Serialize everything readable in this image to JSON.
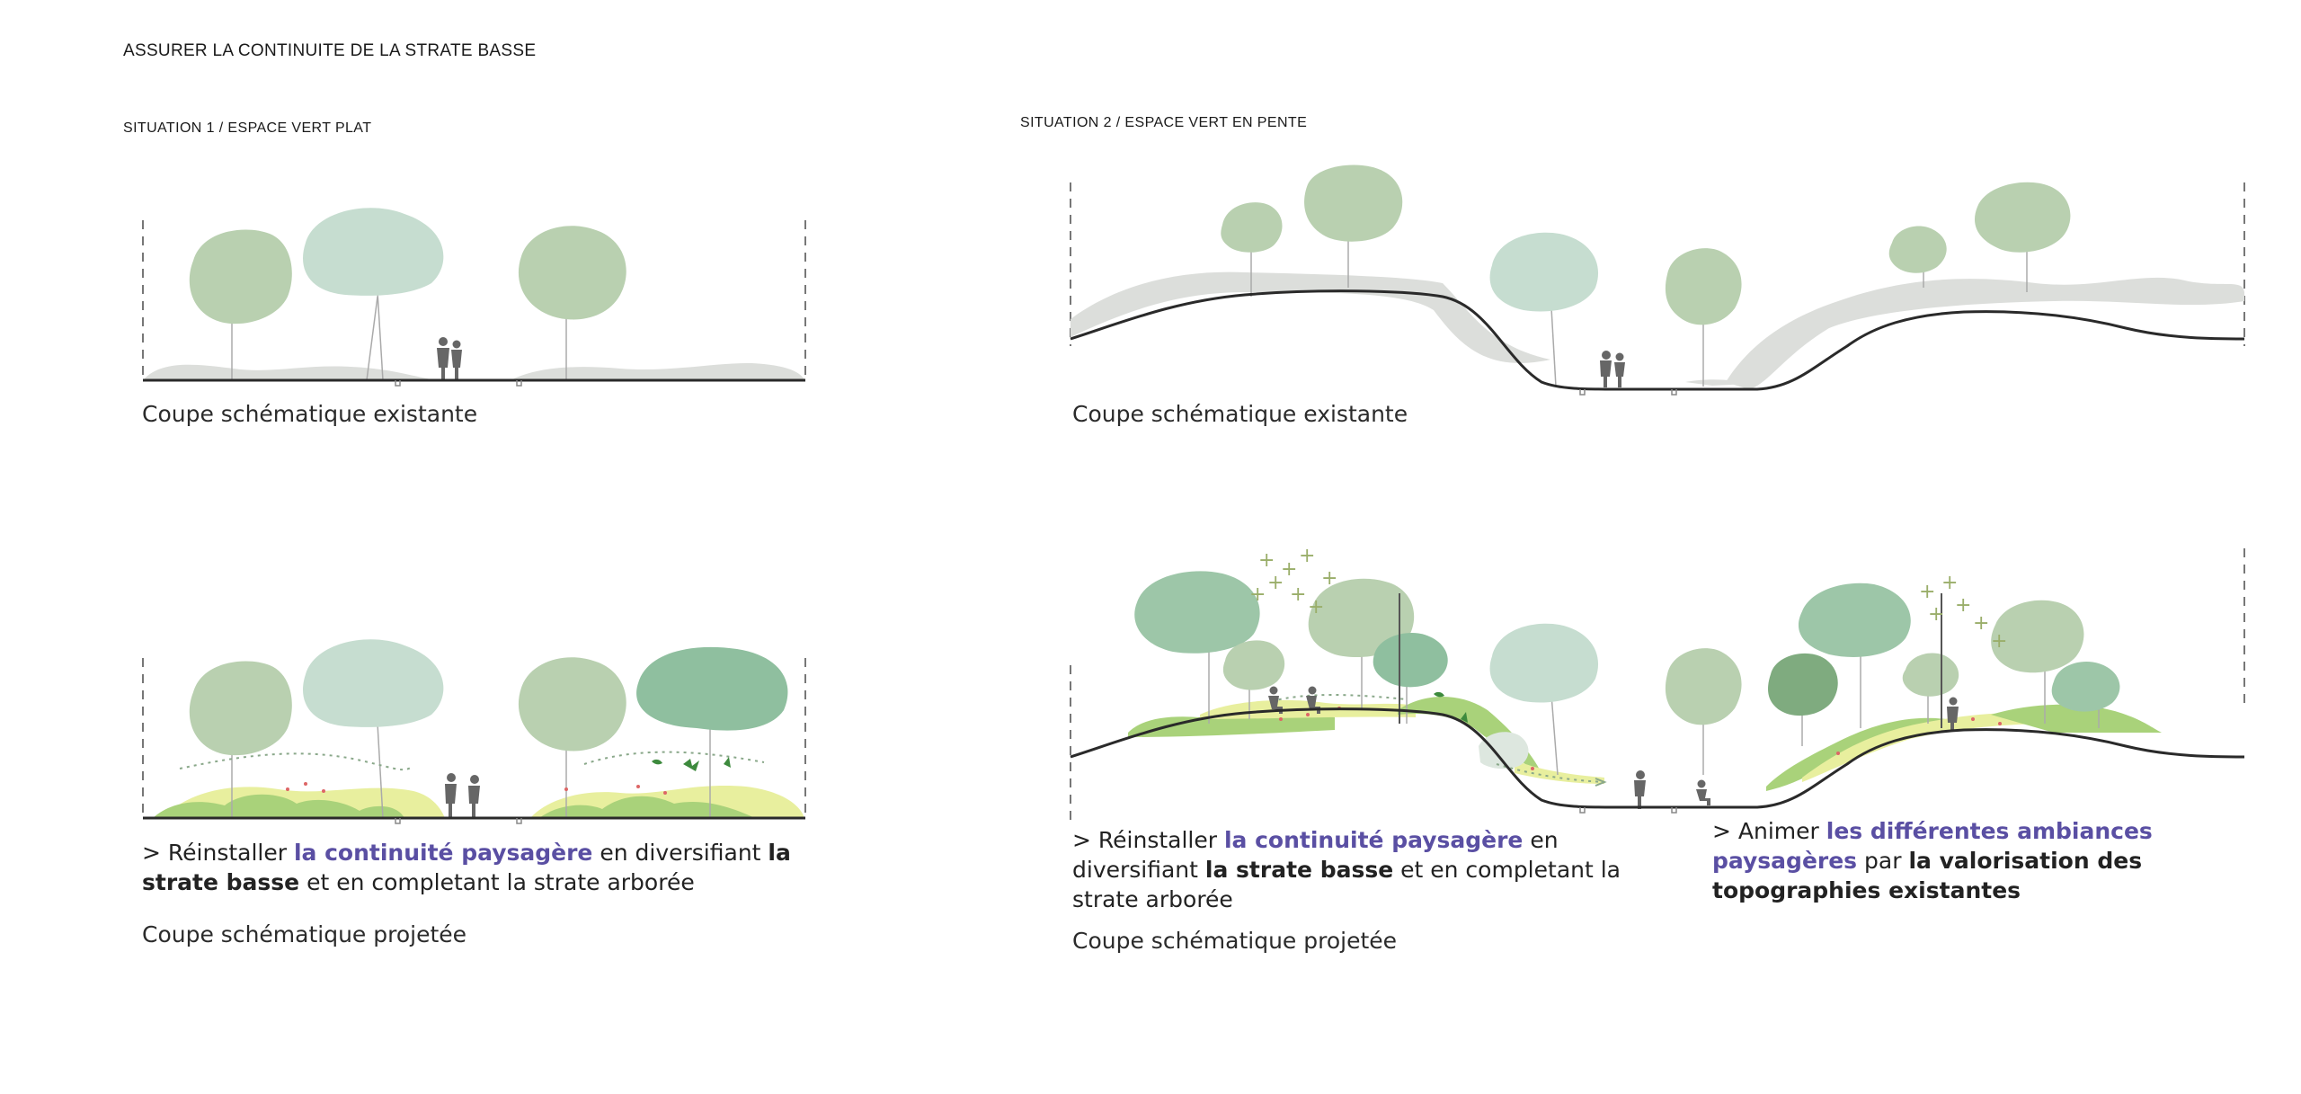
{
  "page": {
    "title": "ASSURER LA CONTINUITE DE LA STRATE BASSE"
  },
  "situation1": {
    "title": "SITUATION 1 / ESPACE VERT PLAT",
    "caption_existing": "Coupe schématique existante",
    "caption_projected": "Coupe schématique projetée",
    "statement": {
      "prefix": "> Réinstaller ",
      "highlight": "la continuité paysagère",
      "middle": " en diversifiant ",
      "bold": "la strate basse",
      "suffix": " et en completant la strate arborée"
    }
  },
  "situation2": {
    "title": "SITUATION 2 / ESPACE VERT EN PENTE",
    "caption_existing": "Coupe schématique existante",
    "caption_projected": "Coupe schématique projetée",
    "statement_left": {
      "prefix": "> Réinstaller ",
      "highlight": "la continuité paysagère",
      "middle": " en diversifiant ",
      "bold": "la strate basse",
      "suffix": " et en completant la strate arborée"
    },
    "statement_right": {
      "prefix": "> Animer ",
      "highlight": "les différentes ambiances paysagères",
      "middle": " par ",
      "bold": "la valorisation des topographies existantes"
    }
  },
  "colors": {
    "tree_light": "#b9d0b0",
    "tree_pale": "#c6ddd0",
    "tree_dark": "#8fbf9f",
    "ground_grey": "#dcdedb",
    "meadow_green": "#a9d27a",
    "meadow_yellow": "#e8ef9e",
    "highlight_purple": "#5a4fa3"
  }
}
